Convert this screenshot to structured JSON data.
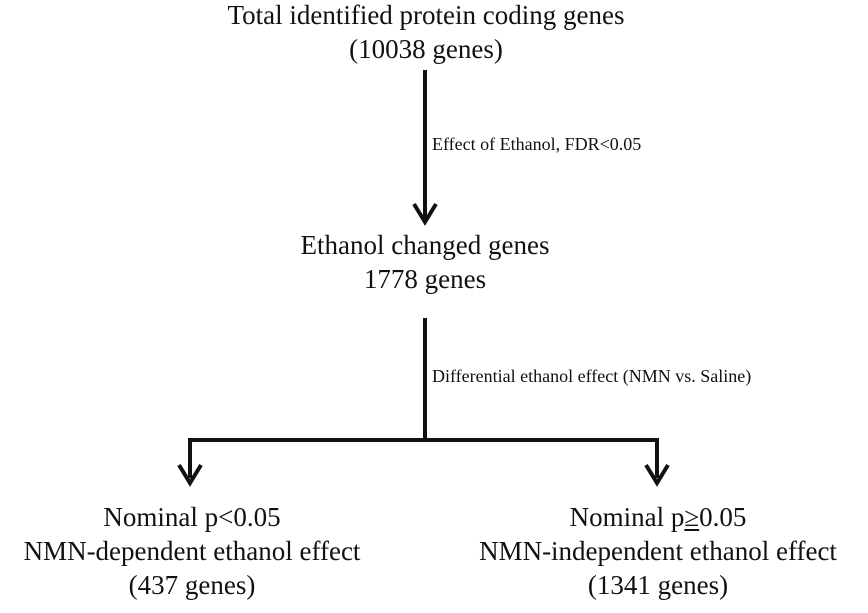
{
  "nodes": {
    "total": {
      "line1": "Total identified protein coding genes",
      "line2": "(10038 genes)"
    },
    "ethanol_changed": {
      "line1": "Ethanol changed genes",
      "line2": "1778 genes"
    },
    "nmn_dependent": {
      "line1": "Nominal p<0.05",
      "line2": "NMN-dependent ethanol effect",
      "line3": "(437 genes)"
    },
    "nmn_independent": {
      "line1_prefix": "Nominal p",
      "line1_symbol": "≥",
      "line1_suffix": "0.05",
      "line2": "NMN-independent ethanol effect",
      "line3": "(1341 genes)"
    }
  },
  "edges": {
    "ethanol_effect": "Effect of Ethanol, FDR<0.05",
    "differential_effect": "Differential ethanol effect (NMN vs. Saline)"
  },
  "colors": {
    "ink": "#111111",
    "background": "#ffffff"
  }
}
